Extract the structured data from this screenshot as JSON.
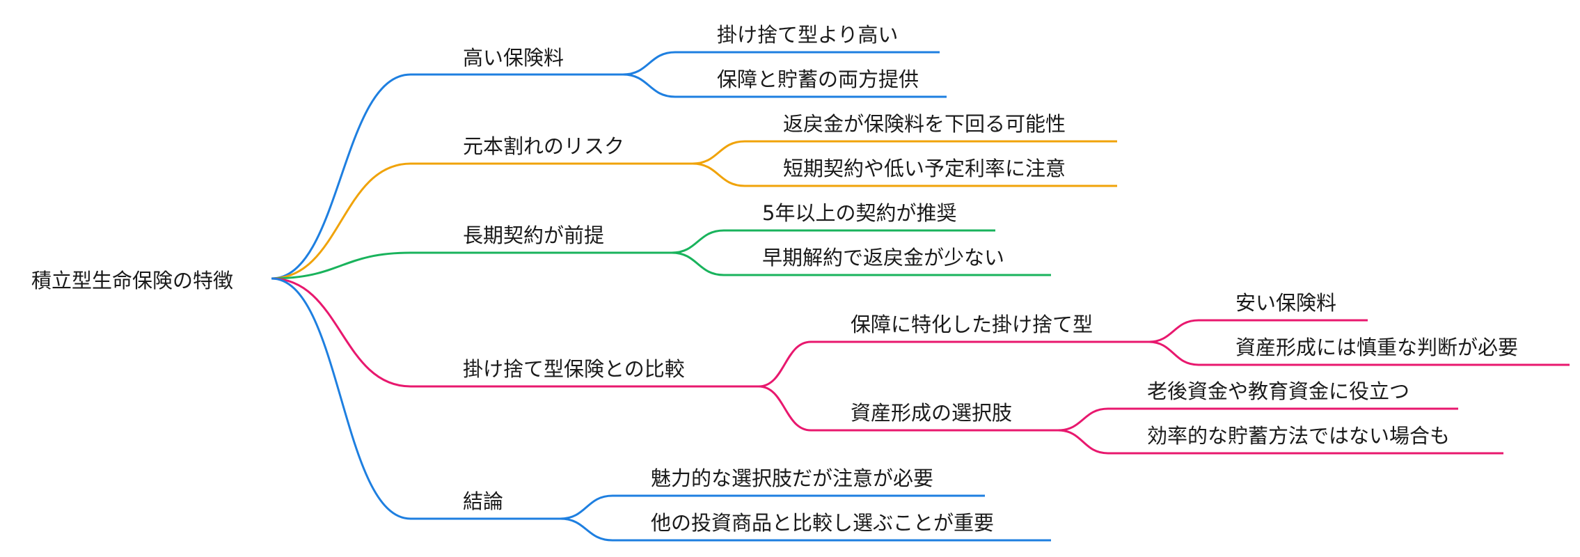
{
  "root": {
    "label": "積立型生命保険の特徴"
  },
  "branches": [
    {
      "label": "高い保険料",
      "color": "#1e7fe0",
      "children": [
        {
          "label": "掛け捨て型より高い"
        },
        {
          "label": "保障と貯蓄の両方提供"
        }
      ]
    },
    {
      "label": "元本割れのリスク",
      "color": "#f0a30a",
      "children": [
        {
          "label": "返戻金が保険料を下回る可能性"
        },
        {
          "label": "短期契約や低い予定利率に注意"
        }
      ]
    },
    {
      "label": "長期契約が前提",
      "color": "#19b35c",
      "children": [
        {
          "label": "5年以上の契約が推奨"
        },
        {
          "label": "早期解約で返戻金が少ない"
        }
      ]
    },
    {
      "label": "掛け捨て型保険との比較",
      "color": "#e8186e",
      "children": [
        {
          "label": "保障に特化した掛け捨て型",
          "children": [
            {
              "label": "安い保険料"
            },
            {
              "label": "資産形成には慎重な判断が必要"
            }
          ]
        },
        {
          "label": "資産形成の選択肢",
          "children": [
            {
              "label": "老後資金や教育資金に役立つ"
            },
            {
              "label": "効率的な貯蓄方法ではない場合も"
            }
          ]
        }
      ]
    },
    {
      "label": "結論",
      "color": "#1e7fe0",
      "children": [
        {
          "label": "魅力的な選択肢だが注意が必要"
        },
        {
          "label": "他の投資商品と比較し選ぶことが重要"
        }
      ]
    }
  ]
}
